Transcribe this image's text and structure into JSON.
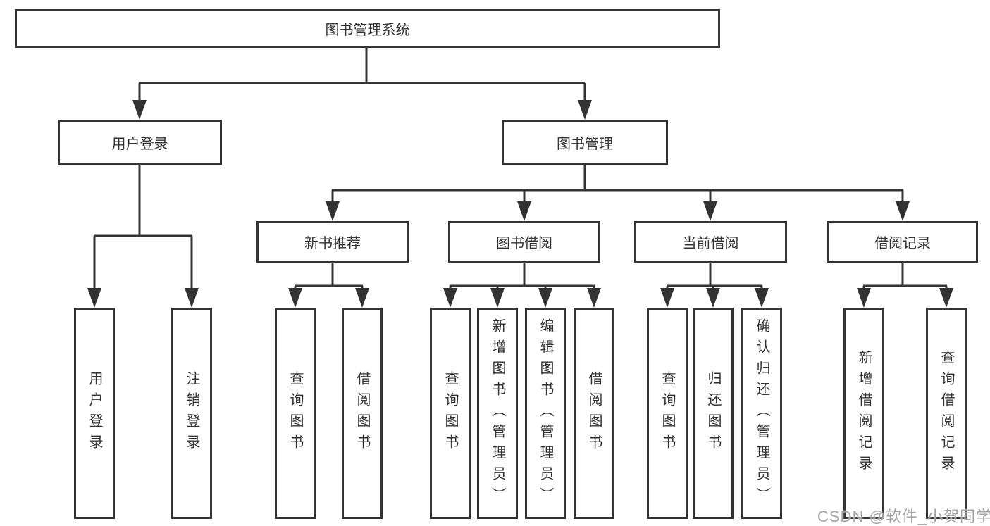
{
  "nodes": {
    "root": "图书管理系统",
    "user_login": "用户登录",
    "book_mgmt": "图书管理",
    "new_book_rec": "新书推荐",
    "book_borrow": "图书借阅",
    "current_borrow": "当前借阅",
    "borrow_record": "借阅记录",
    "leaf_user_login": "用户登录",
    "leaf_logout": "注销登录",
    "leaf_query_books_rec": "查询图书",
    "leaf_borrow_books_rec": "借阅图书",
    "leaf_query_books_borrow": "查询图书",
    "leaf_add_books_admin": "新增图书（管理员）",
    "leaf_edit_books_admin": "编辑图书（管理员）",
    "leaf_borrow_books_borrow": "借阅图书",
    "leaf_query_books_current": "查询图书",
    "leaf_return_books": "归还图书",
    "leaf_confirm_return_admin": "确认归还（管理员）",
    "leaf_add_borrow_record": "新增借阅记录",
    "leaf_query_borrow_record": "查询借阅记录"
  },
  "edges": [
    {
      "from": "图书管理系统",
      "to": [
        "用户登录",
        "图书管理"
      ]
    },
    {
      "from": "用户登录",
      "to": [
        "用户登录",
        "注销登录"
      ]
    },
    {
      "from": "图书管理",
      "to": [
        "新书推荐",
        "图书借阅",
        "当前借阅",
        "借阅记录"
      ]
    },
    {
      "from": "新书推荐",
      "to": [
        "查询图书",
        "借阅图书"
      ]
    },
    {
      "from": "图书借阅",
      "to": [
        "查询图书",
        "新增图书（管理员）",
        "编辑图书（管理员）",
        "借阅图书"
      ]
    },
    {
      "from": "当前借阅",
      "to": [
        "查询图书",
        "归还图书",
        "确认归还（管理员）"
      ]
    },
    {
      "from": "借阅记录",
      "to": [
        "新增借阅记录",
        "查询借阅记录"
      ]
    }
  ],
  "watermark": "CSDN @软件_小贺同学",
  "colors": {
    "line": "#333333",
    "text": "#333333",
    "watermark": "#a6a6a6",
    "background": "#ffffff"
  }
}
